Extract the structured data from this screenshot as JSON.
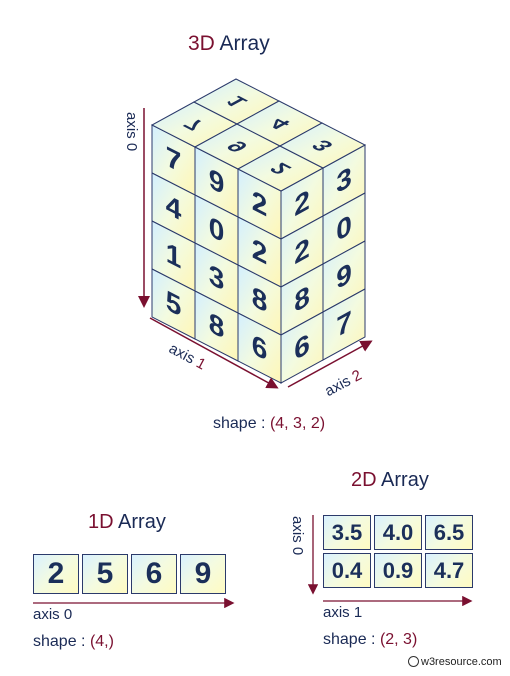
{
  "array3d": {
    "title_dim": "3D",
    "title_rest": " Array",
    "axis0": "axis 0",
    "axis1_word": "axis ",
    "axis1_num": "1",
    "axis2_word": "axis ",
    "axis2_num": "2",
    "shape_label": "shape : ",
    "shape_value": "(4, 3, 2)",
    "front_face": [
      [
        "7",
        "9",
        "2"
      ],
      [
        "4",
        "0",
        "2"
      ],
      [
        "1",
        "3",
        "8"
      ],
      [
        "5",
        "8",
        "6"
      ]
    ],
    "right_face": [
      [
        "2",
        "3"
      ],
      [
        "2",
        "0"
      ],
      [
        "8",
        "9"
      ],
      [
        "6",
        "7"
      ]
    ],
    "top_face": [
      [
        "7",
        "1"
      ],
      [
        "9",
        "4"
      ],
      [
        "2",
        "3"
      ]
    ]
  },
  "array1d": {
    "title_num": "1D",
    "title_rest": " Array",
    "values": [
      "2",
      "5",
      "6",
      "9"
    ],
    "axis_label": "axis 0",
    "shape_label": "shape : ",
    "shape_value": "(4,)"
  },
  "array2d": {
    "title_num": "2D",
    "title_rest": " Array",
    "rows": [
      [
        "3.5",
        "4.0",
        "6.5"
      ],
      [
        "0.4",
        "0.9",
        "4.7"
      ]
    ],
    "axis0": "axis 0",
    "axis1": "axis 1",
    "shape_label": "shape : ",
    "shape_value": "(2, 3)"
  },
  "credit": "w3resource.com",
  "colors": {
    "accent": "#7a1030",
    "text": "#1a2a55",
    "cell_stroke": "#2b3a6b"
  }
}
